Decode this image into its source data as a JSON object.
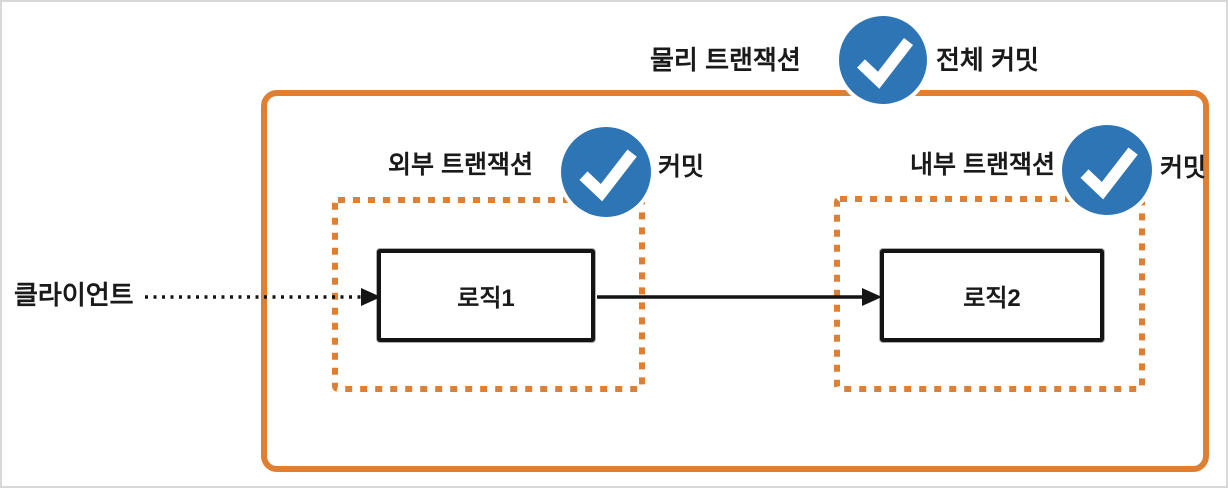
{
  "colors": {
    "orange": "#E07E31",
    "blue": "#2E75B6",
    "ink": "#1A1A1A",
    "frame": "#D8D8D8"
  },
  "labels": {
    "physical_tx": "물리 트랜잭션",
    "full_commit": "전체 커밋",
    "outer_tx": "외부 트랜잭션",
    "outer_commit": "커밋",
    "inner_tx": "내부 트랜잭션",
    "inner_commit": "커밋",
    "logic1": "로직1",
    "logic2": "로직2",
    "client": "클라이언트"
  },
  "icons": {
    "check": "checkmark-icon"
  }
}
